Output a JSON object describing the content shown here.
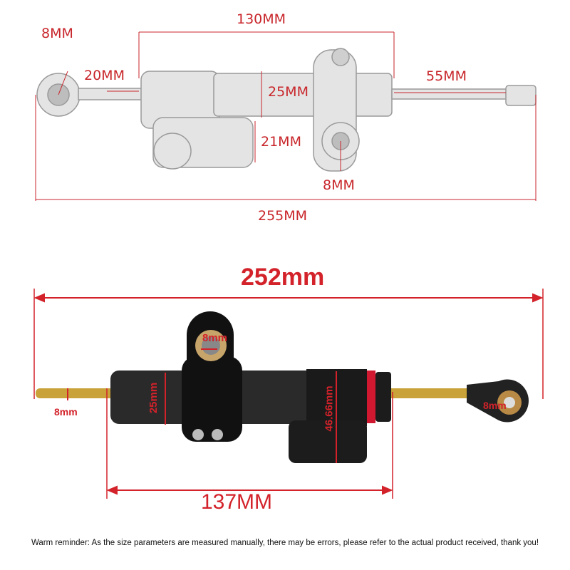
{
  "top_diagram": {
    "labels": {
      "eye_top": "8MM",
      "clevis": "20MM",
      "body_length": "130MM",
      "body_diameter": "25MM",
      "rod_length": "55MM",
      "reservoir": "21MM",
      "mount_eye": "8MM",
      "total_length": "255MM"
    },
    "colors": {
      "dimension": "#c8262b",
      "body": "#d9d9d9"
    }
  },
  "bottom_diagram": {
    "labels": {
      "total_length": "252mm",
      "mount_eye": "8mm",
      "rod_diameter": "8mm",
      "body_diameter": "25mm",
      "reservoir_diameter": "46.66mm",
      "end_eye": "8mm",
      "body_length": "137MM"
    },
    "colors": {
      "dimension": "#d3222a",
      "body": "#1e1e1e",
      "rod": "#c9a23a",
      "ring": "#d01830"
    }
  },
  "footer_note": "Warm reminder: As the size parameters are measured manually, there may be errors, please refer to the actual product received, thank you!"
}
